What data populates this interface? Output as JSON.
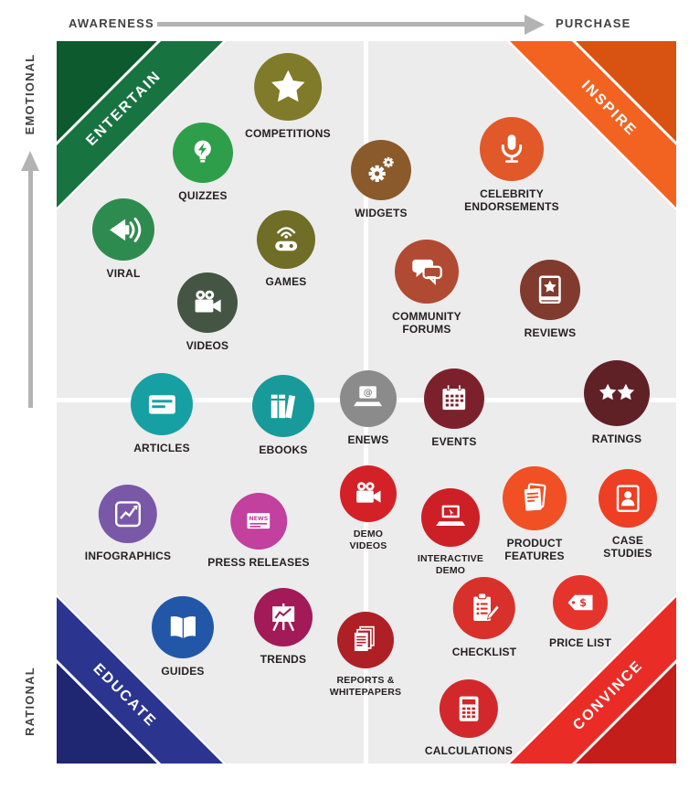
{
  "axes": {
    "top_left_label": "AWARENESS",
    "top_right_label": "PURCHASE",
    "left_top_label": "EMOTIONAL",
    "left_bottom_label": "RATIONAL"
  },
  "quadrants": {
    "entertain": {
      "label": "ENTERTAIN",
      "color": "#177440",
      "color_dark": "#0c5a2d"
    },
    "inspire": {
      "label": "INSPIRE",
      "color": "#f26322",
      "color_dark": "#d85312"
    },
    "educate": {
      "label": "EDUCATE",
      "color": "#2b3590",
      "color_dark": "#1f2772"
    },
    "convince": {
      "label": "CONVINCE",
      "color": "#ea2c27",
      "color_dark": "#c41e1b"
    }
  },
  "items": {
    "competitions": {
      "label": "COMPETITIONS",
      "icon": "star-icon",
      "color": "#7f7b2a"
    },
    "quizzes": {
      "label": "QUIZZES",
      "icon": "lightbulb-icon",
      "color": "#2e9e4b"
    },
    "widgets": {
      "label": "WIDGETS",
      "icon": "gears-icon",
      "color": "#8a5a2a"
    },
    "celebrity_endorsements": {
      "label": "CELEBRITY ENDORSEMENTS",
      "icon": "microphone-icon",
      "color": "#e15829"
    },
    "viral": {
      "label": "VIRAL",
      "icon": "megaphone-icon",
      "color": "#2e8b4f"
    },
    "games": {
      "label": "GAMES",
      "icon": "game-controller-icon",
      "color": "#6f6d26"
    },
    "community_forums": {
      "label": "COMMUNITY FORUMS",
      "icon": "speech-bubbles-icon",
      "color": "#b14a33"
    },
    "reviews": {
      "label": "REVIEWS",
      "icon": "book-star-icon",
      "color": "#803a2e"
    },
    "videos": {
      "label": "VIDEOS",
      "icon": "video-camera-icon",
      "color": "#445544"
    },
    "articles": {
      "label": "ARTICLES",
      "icon": "card-icon",
      "color": "#16a0a4"
    },
    "ebooks": {
      "label": "EBOOKS",
      "icon": "books-icon",
      "color": "#189a9a"
    },
    "enews": {
      "label": "ENEWS",
      "icon": "laptop-at-icon",
      "color": "#8b8b8b"
    },
    "events": {
      "label": "EVENTS",
      "icon": "calendar-icon",
      "color": "#7c212c"
    },
    "ratings": {
      "label": "RATINGS",
      "icon": "two-stars-icon",
      "color": "#5f2026"
    },
    "infographics": {
      "label": "INFOGRAPHICS",
      "icon": "chart-document-icon",
      "color": "#7a58a8"
    },
    "press_releases": {
      "label": "PRESS RELEASES",
      "icon": "newspaper-icon",
      "color": "#c2409e"
    },
    "demo_videos": {
      "label": "DEMO VIDEOS",
      "icon": "video-camera-icon",
      "color": "#d42127"
    },
    "interactive_demo": {
      "label": "INTERACTIVE DEMO",
      "icon": "laptop-icon",
      "color": "#cc2026"
    },
    "product_features": {
      "label": "PRODUCT FEATURES",
      "icon": "document-icon",
      "color": "#f05024"
    },
    "case_studies": {
      "label": "CASE STUDIES",
      "icon": "book-person-icon",
      "color": "#ee3e24"
    },
    "guides": {
      "label": "GUIDES",
      "icon": "open-book-icon",
      "color": "#2257a8"
    },
    "trends": {
      "label": "TRENDS",
      "icon": "easel-chart-icon",
      "color": "#a21a58"
    },
    "reports_whitepapers": {
      "label": "REPORTS & WHITEPAPERS",
      "icon": "stacked-papers-icon",
      "color": "#ae2025"
    },
    "checklist": {
      "label": "CHECKLIST",
      "icon": "clipboard-pencil-icon",
      "color": "#d8302a"
    },
    "price_list": {
      "label": "PRICE LIST",
      "icon": "price-tag-icon",
      "color": "#e5342b"
    },
    "calculations": {
      "label": "CALCULATIONS",
      "icon": "calculator-icon",
      "color": "#d2282c"
    }
  }
}
